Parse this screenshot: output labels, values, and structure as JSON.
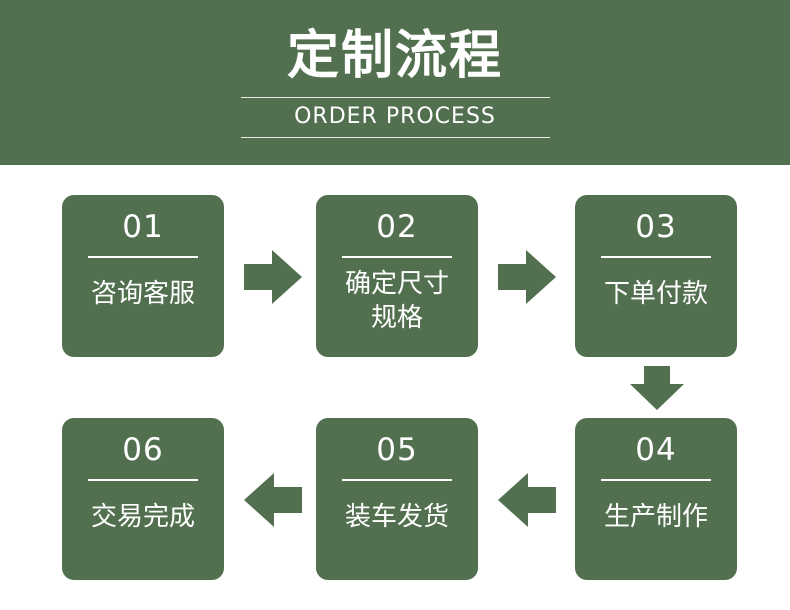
{
  "header": {
    "title": "定制流程",
    "subtitle": "ORDER PROCESS"
  },
  "steps": [
    {
      "num": "01",
      "label": "咨询客服"
    },
    {
      "num": "02",
      "label": "确定尺寸\n规格"
    },
    {
      "num": "03",
      "label": "下单付款"
    },
    {
      "num": "04",
      "label": "生产制作"
    },
    {
      "num": "05",
      "label": "装车发货"
    },
    {
      "num": "06",
      "label": "交易完成"
    }
  ],
  "colors": {
    "accent": "#52704f",
    "text": "#ffffff"
  }
}
